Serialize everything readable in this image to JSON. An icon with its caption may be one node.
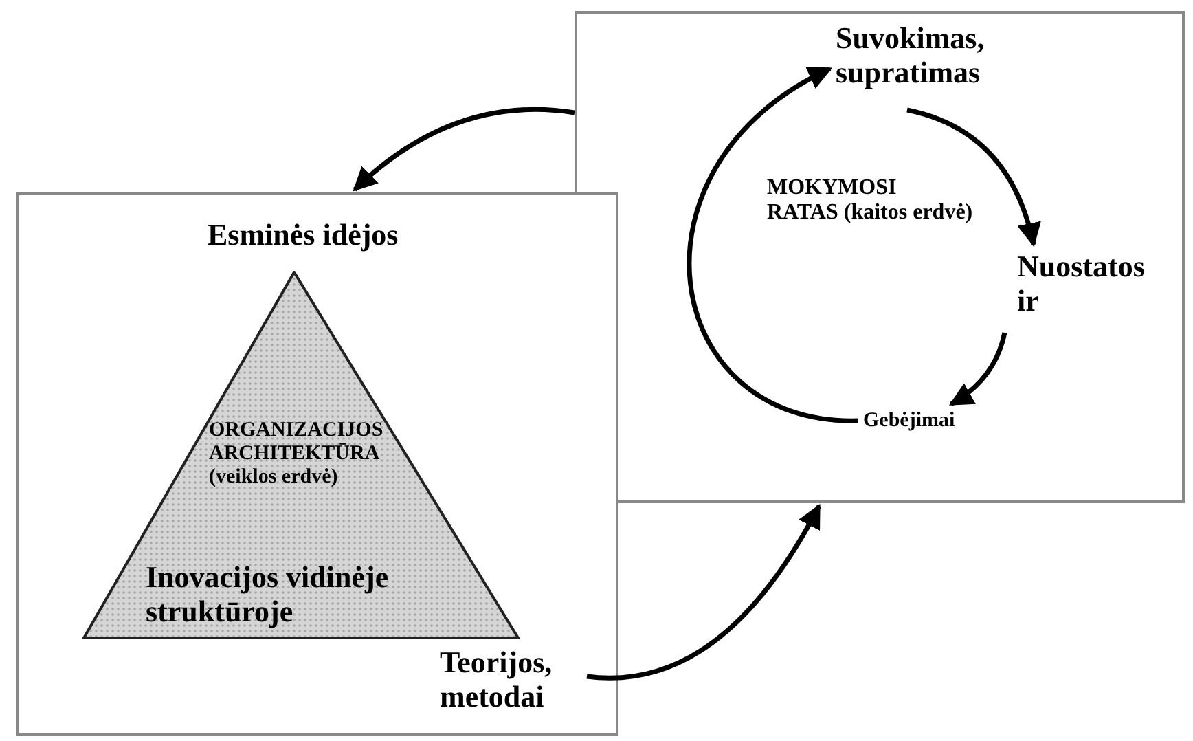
{
  "diagram": {
    "nodes": [
      {
        "text": [],
        "shape": "box"
      },
      {
        "text": [
          "ORGANIZACIJOS ARCHITEKTŪRA (veiklos erdvė)"
        ],
        "in": 0,
        "beside": [
          "Esminės idėjos"
        ]
      },
      {
        "text": [
          "Teorijos, metodai"
        ],
        "in": 0
      },
      {
        "text": [],
        "shape": "box"
      },
      {
        "text": [
          "Suvokimas, supratimas"
        ],
        "in": 3
      },
      {
        "text": [
          "Nuostatos ir"
        ],
        "in": 3
      },
      {
        "text": [
          "Gebėjimai"
        ],
        "in": 3
      }
    ],
    "edges": [
      {
        "from": 3,
        "to": 0,
        "arrow": "to"
      },
      {
        "from": 2,
        "to": 3,
        "arrow": "to"
      },
      {
        "from": 4,
        "to": 5,
        "arrow": "to"
      },
      {
        "from": 5,
        "to": 6,
        "arrow": "to"
      },
      {
        "from": 6,
        "to": 4,
        "arrow": "to"
      }
    ],
    "labels": [
      "MOKYMOSI RATAS (kaitos erdvė)",
      "Inovacijos vidinėje struktūroje"
    ]
  }
}
